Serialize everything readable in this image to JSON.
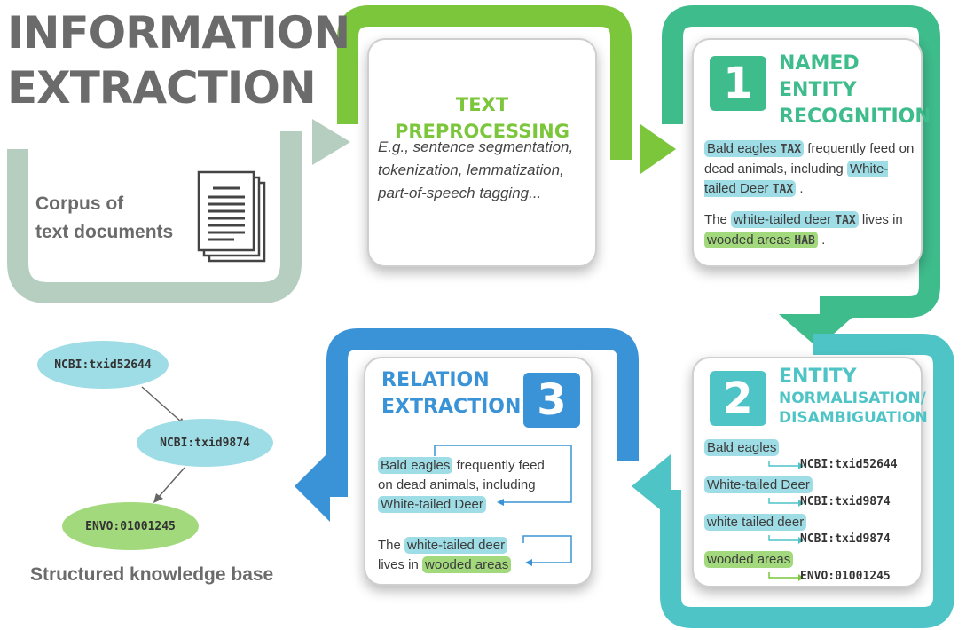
{
  "title": {
    "line1": "INFORMATION",
    "line2": "EXTRACTION"
  },
  "corpus": {
    "line1": "Corpus of",
    "line2": "text documents",
    "icon": "documents-icon"
  },
  "preprocessing": {
    "title": "TEXT PREPROCESSING",
    "description": "E.g., sentence segmentation, tokenization, lemmatization, part-of-speech tagging..."
  },
  "ner": {
    "number": "1",
    "title_line1": "NAMED ENTITY",
    "title_line2": "RECOGNITION",
    "s1_e1": "Bald eagles",
    "s1_t1": "TAX",
    "s1_text": "frequently feed on dead animals, including",
    "s1_e2": "White-tailed Deer",
    "s1_t2": "TAX",
    "s1_end": ".",
    "s2_start": "The",
    "s2_e1": "white-tailed deer",
    "s2_t1": "TAX",
    "s2_text": "lives in",
    "s2_e2": "wooded areas",
    "s2_t2": "HAB",
    "s2_end": "."
  },
  "normalisation": {
    "number": "2",
    "title_line1": "ENTITY",
    "title_line2": "NORMALISATION/",
    "title_line3": "DISAMBIGUATION",
    "items": [
      {
        "label": "Bald eagles",
        "id": "NCBI:txid52644"
      },
      {
        "label": "White-tailed Deer",
        "id": "NCBI:txid9874"
      },
      {
        "label": "white tailed deer",
        "id": "NCBI:txid9874"
      },
      {
        "label": "wooded areas",
        "id": "ENVO:01001245"
      }
    ]
  },
  "relation": {
    "number": "3",
    "title_line1": "RELATION",
    "title_line2": "EXTRACTION",
    "s1_e1": "Bald eagles",
    "s1_text1": "frequently feed",
    "s1_text2": "on dead animals, including",
    "s1_e2": "White-tailed Deer",
    "s2_start": "The",
    "s2_e1": "white-tailed deer",
    "s2_text": "lives in",
    "s2_e2": "wooded areas"
  },
  "knowledge_base": {
    "label": "Structured knowledge base",
    "nodes": [
      "NCBI:txid52644",
      "NCBI:txid9874",
      "ENVO:01001245"
    ]
  },
  "colors": {
    "gray": "#6b6b6b",
    "corpus_flow": "#b5cec0",
    "green": "#7cc63c",
    "teal_green": "#3ebc8c",
    "teal": "#4fc4c6",
    "blue": "#3a93d6",
    "entity_highlight": "#9fdde6",
    "habitat_highlight": "#a2d97c"
  }
}
